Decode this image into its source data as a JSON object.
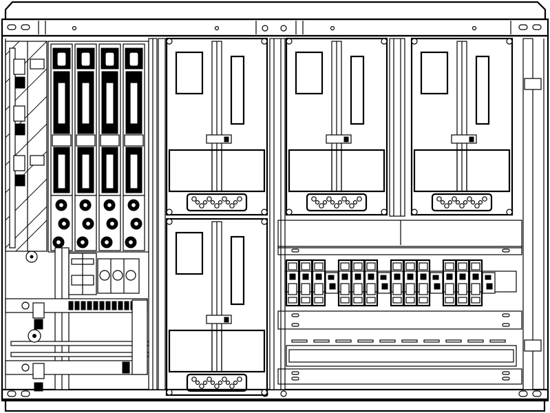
{
  "drawing": {
    "subject": "meter-cabinet-line-drawing",
    "meter_panels": 4,
    "fuse_switch_columns": 4,
    "terminal_blocks": 8,
    "breaker_groups": 4,
    "modules_per_breaker_group": 3
  }
}
